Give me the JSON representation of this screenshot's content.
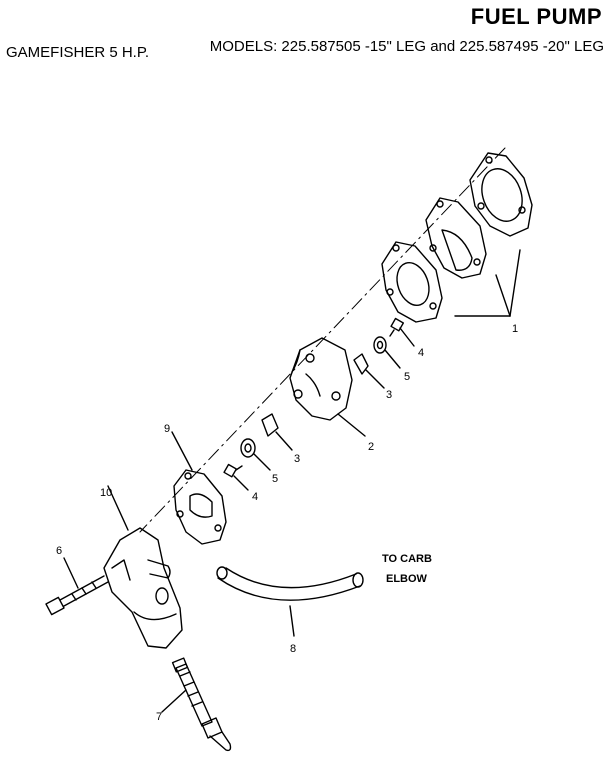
{
  "header": {
    "title": "FUEL PUMP",
    "brand": "GAMEFISHER 5 H.P.",
    "models": "MODELS:  225.587505 -15\" LEG and  225.587495 -20\" LEG"
  },
  "callouts": {
    "c1": "1",
    "c2": "2",
    "c3a": "3",
    "c3b": "3",
    "c4a": "4",
    "c4b": "4",
    "c5a": "5",
    "c5b": "5",
    "c6": "6",
    "c7": "7",
    "c8": "8",
    "c9": "9",
    "c10": "10"
  },
  "notes": {
    "to_carb_line1": "TO CARB",
    "to_carb_line2": "ELBOW"
  }
}
